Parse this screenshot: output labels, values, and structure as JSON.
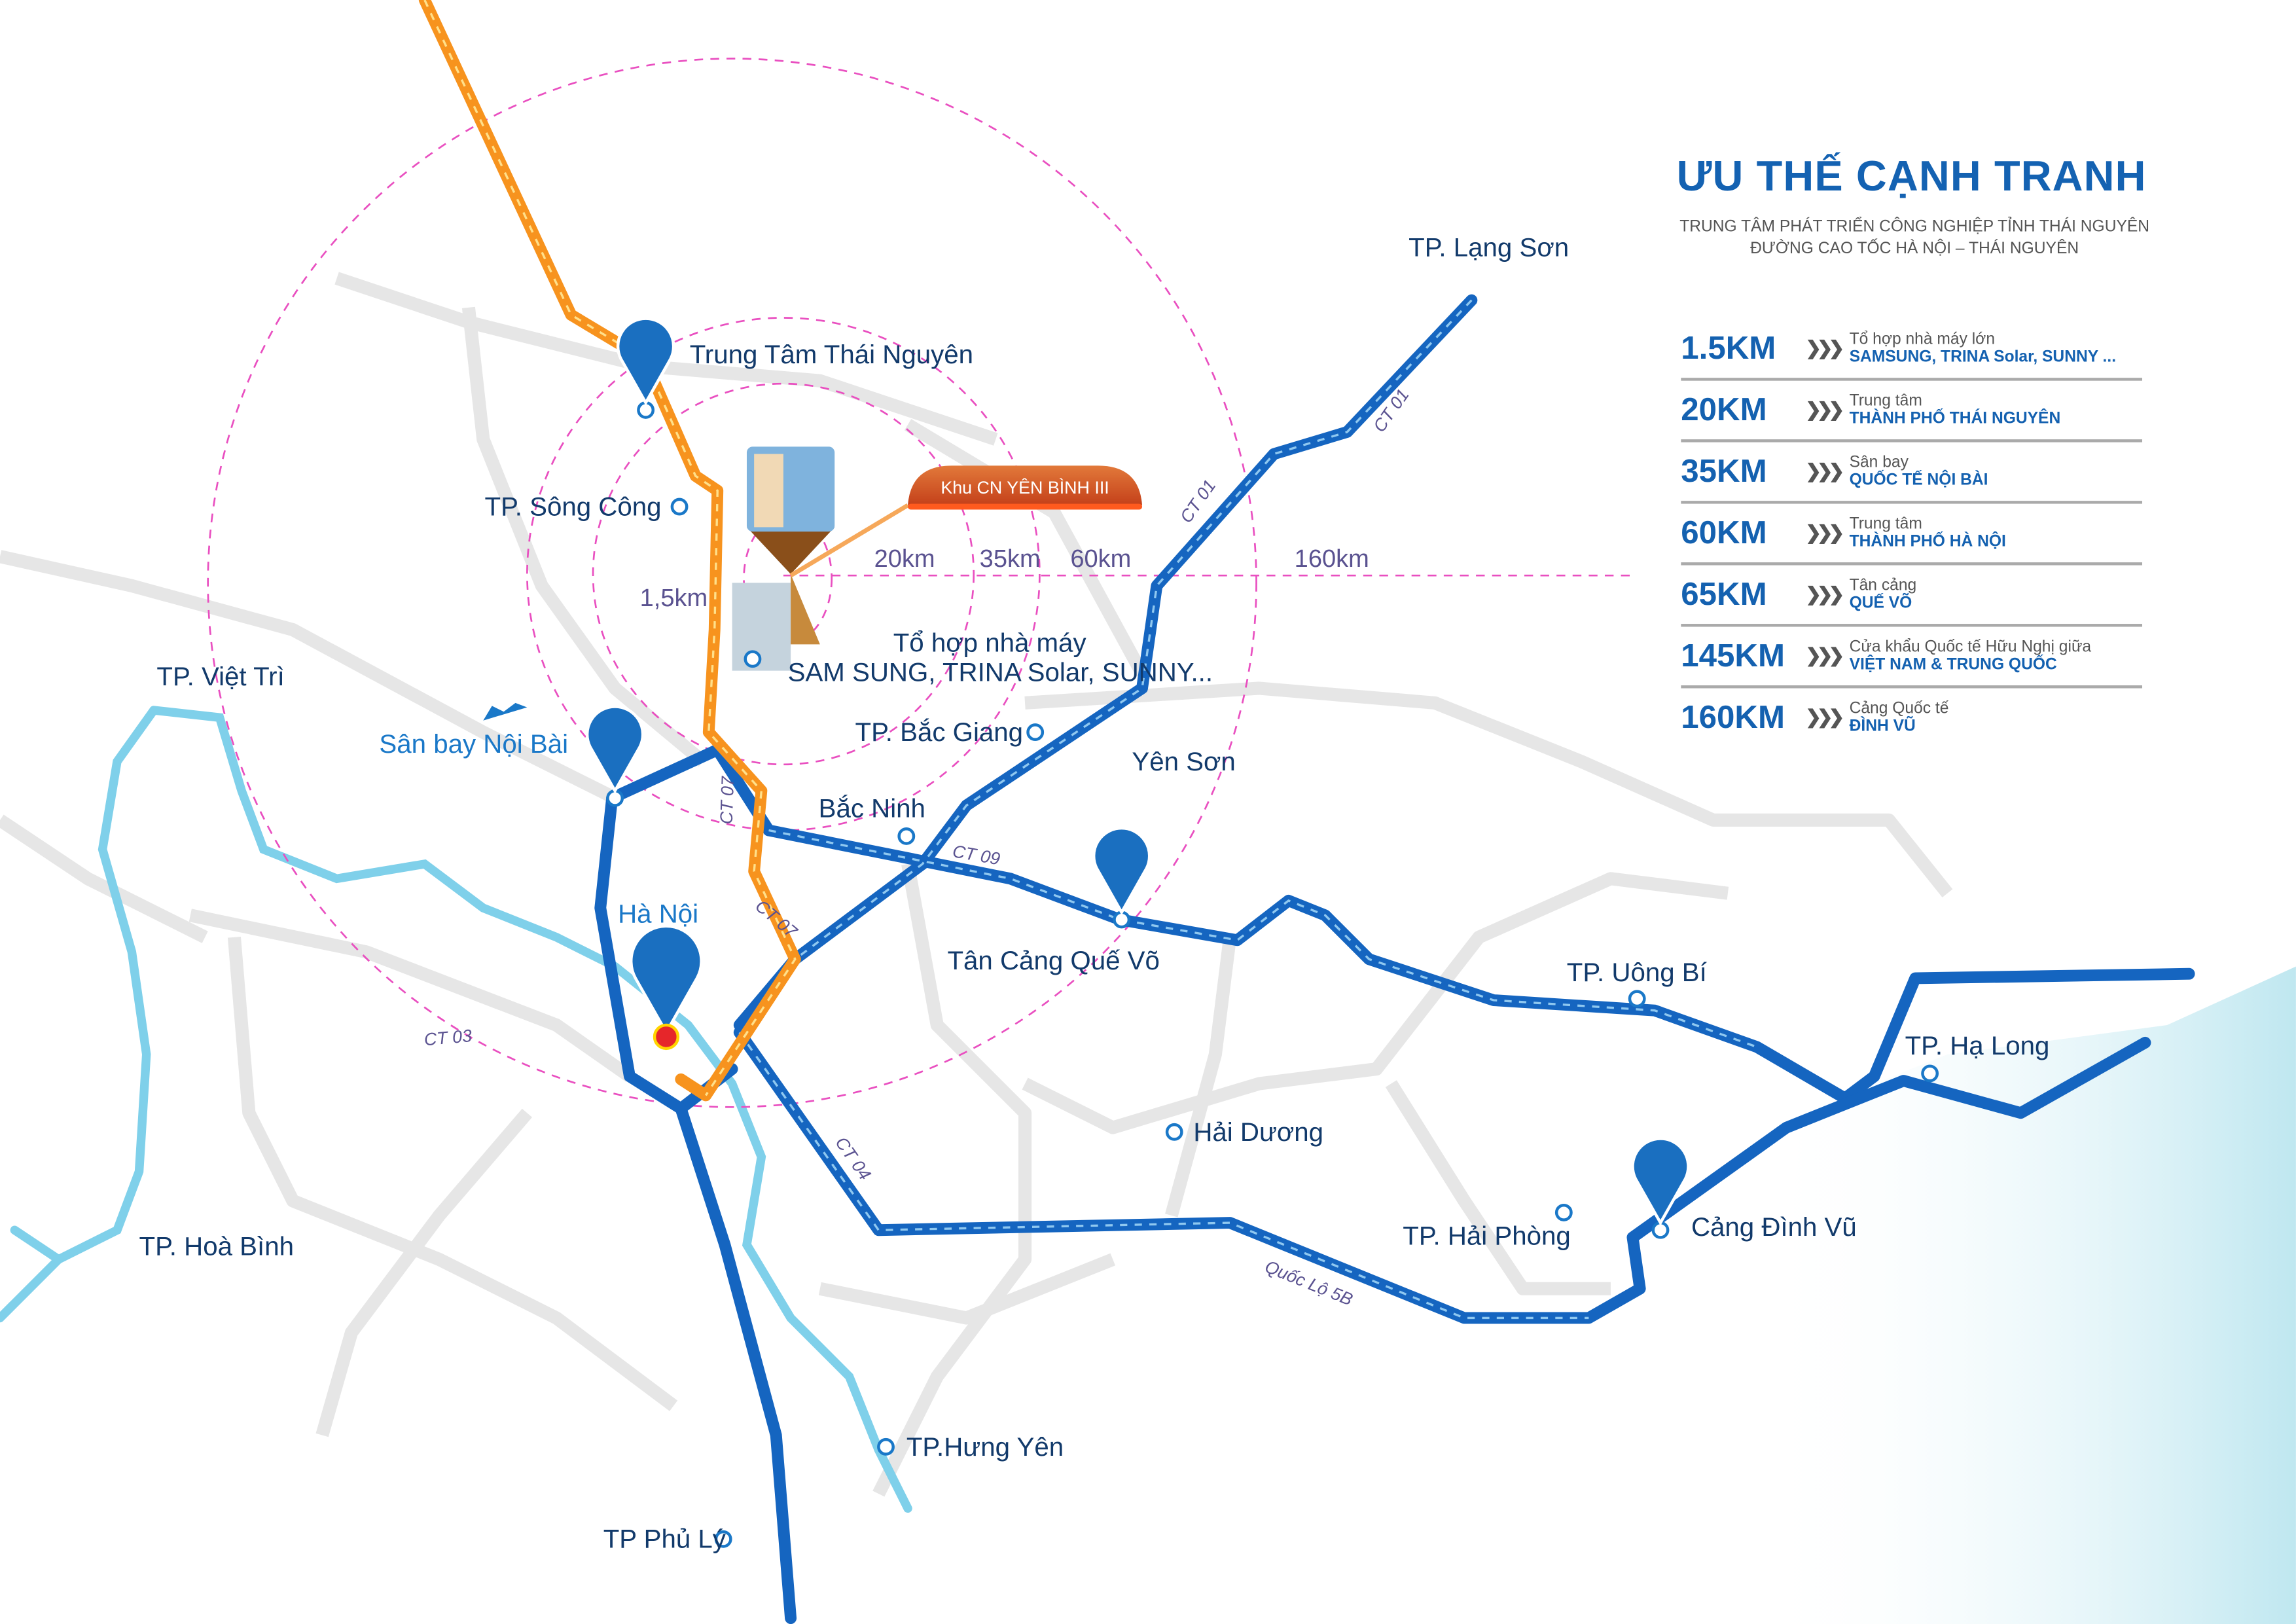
{
  "panel": {
    "title": "ƯU THẾ CẠNH TRANH",
    "subtitle_1": "TRUNG TÂM PHÁT TRIỂN CÔNG NGHIỆP TỈNH THÁI NGUYÊN",
    "subtitle_2": "ĐƯỜNG CAO TỐC HÀ NỘI – THÁI NGUYÊN",
    "arrow": "❯❯❯",
    "rows": [
      {
        "km": "1.5KM",
        "line1": "Tổ hợp nhà máy lớn",
        "line2": "SAMSUNG, TRINA Solar, SUNNY ..."
      },
      {
        "km": "20KM",
        "line1": "Trung tâm",
        "line2": "THÀNH PHỐ THÁI NGUYÊN"
      },
      {
        "km": "35KM",
        "line1": "Sân bay",
        "line2": "QUỐC TẾ NỘI BÀI"
      },
      {
        "km": "60KM",
        "line1": "Trung tâm",
        "line2": "THÀNH PHỐ HÀ NỘI"
      },
      {
        "km": "65KM",
        "line1": "Tân cảng",
        "line2": "QUẾ VÕ"
      },
      {
        "km": "145KM",
        "line1": "Cửa khẩu Quốc tế Hữu Nghị giữa",
        "line2": "VIỆT NAM & TRUNG QUỐC"
      },
      {
        "km": "160KM",
        "line1": "Cảng Quốc tế",
        "line2": "ĐÌNH VŨ"
      }
    ]
  },
  "map": {
    "park_label": "Khu CN YÊN BÌNH III",
    "rings": [
      "1,5km",
      "20km",
      "35km",
      "60km",
      "160km"
    ],
    "places": {
      "lang_son": "TP. Lạng Sơn",
      "thai_nguyen": "Trung Tâm Thái Nguyên",
      "song_cong": "TP. Sông Công",
      "factory_1": "Tổ hợp nhà máy",
      "factory_2": "SAM SUNG, TRINA Solar, SUNNY...",
      "viet_tri": "TP. Việt Trì",
      "noi_bai": "Sân bay Nội Bài",
      "bac_giang": "TP. Bắc Giang",
      "yen_son": "Yên Sơn",
      "bac_ninh": "Bắc Ninh",
      "ha_noi": "Hà Nội",
      "que_vo": "Tân Cảng Quế Võ",
      "uong_bi": "TP. Uông Bí",
      "ha_long": "TP. Hạ Long",
      "hai_duong": "Hải Dương",
      "hoa_binh": "TP. Hoà Bình",
      "dinh_vu": "Cảng Đình Vũ",
      "hai_phong": "TP. Hải Phòng",
      "hung_yen": "TP.Hưng Yên",
      "phu_ly": "TP Phủ Lý"
    },
    "roads": {
      "ct01": "CT 01",
      "ct07": "CT 07",
      "ct09": "CT 09",
      "ct03": "CT 03",
      "ct04": "CT 04",
      "ql5b": "Quốc Lộ 5B"
    },
    "colors": {
      "expressway": "#f7931e",
      "highway": "#1565c0",
      "ring": "#e94fc0",
      "river": "#7fd0ea",
      "title": "#1462b2"
    }
  }
}
